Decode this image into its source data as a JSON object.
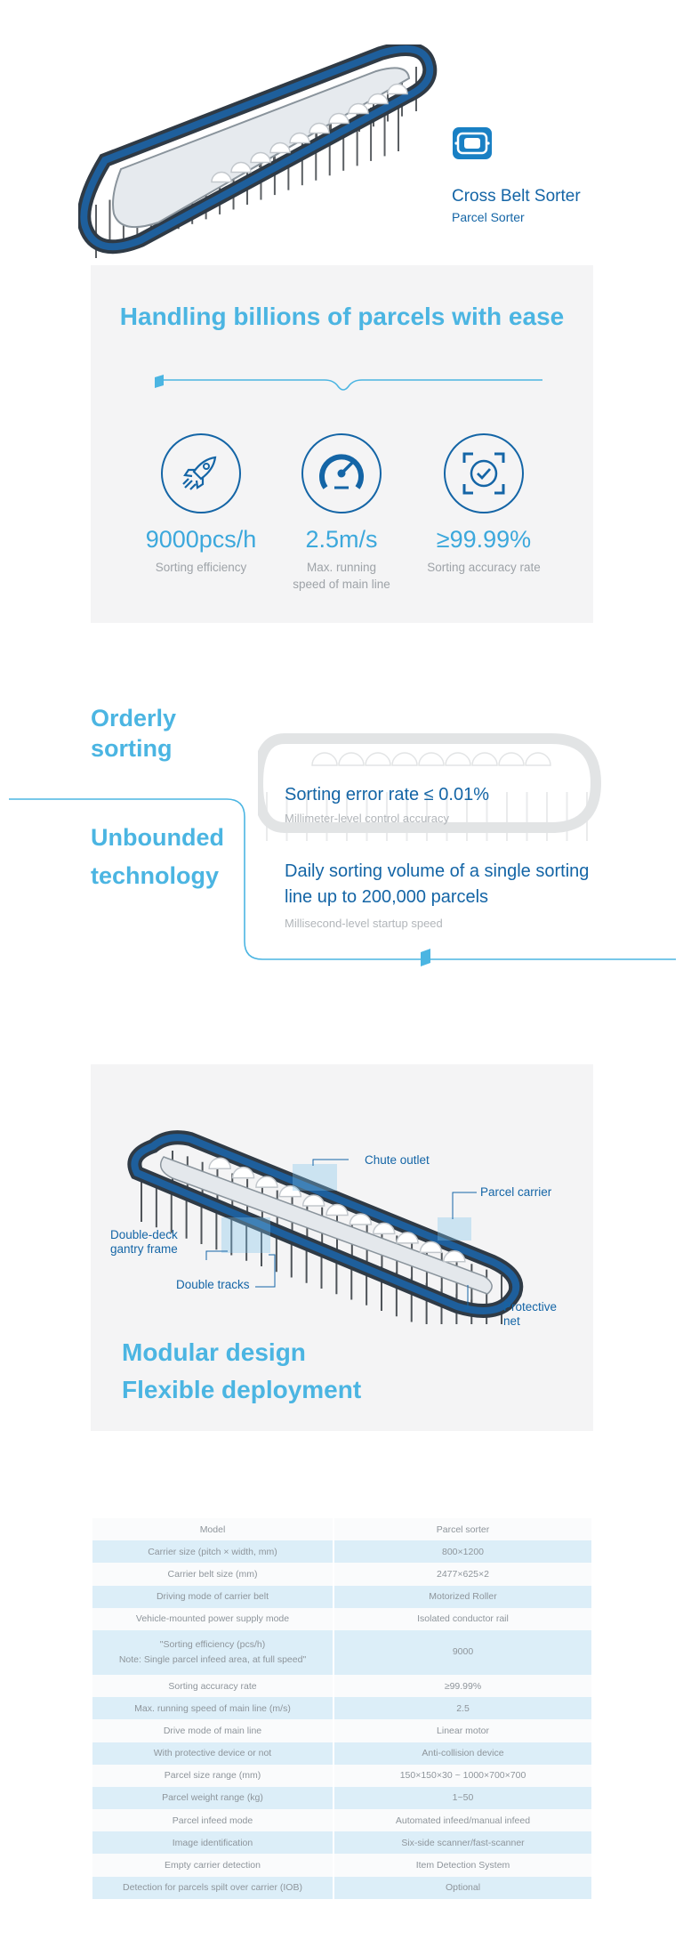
{
  "hero": {
    "title": "Cross Belt Sorter",
    "subtitle": "Parcel Sorter"
  },
  "stats_panel": {
    "title": "Handling billions of parcels with ease",
    "stats": [
      {
        "icon": "rocket-icon",
        "value": "9000pcs/h",
        "label": "Sorting efficiency"
      },
      {
        "icon": "speedometer-icon",
        "value": "2.5m/s",
        "label_line1": "Max. running",
        "label_line2": "speed of main line"
      },
      {
        "icon": "check-target-icon",
        "value": "≥99.99%",
        "label": "Sorting accuracy rate"
      }
    ]
  },
  "orderly": {
    "heading1_line1": "Orderly",
    "heading1_line2": "sorting",
    "heading2_line1": "Unbounded",
    "heading2_line2": "technology",
    "feature1": "Sorting error rate ≤ 0.01%",
    "note1": "Millimeter-level control accuracy",
    "feature2": "Daily sorting volume of a single sorting line up to 200,000 parcels",
    "note2": "Millisecond-level startup speed"
  },
  "modular": {
    "callouts": {
      "chute_outlet": "Chute outlet",
      "parcel_carrier": "Parcel carrier",
      "double_deck_line1": "Double-deck",
      "double_deck_line2": "gantry frame",
      "double_tracks": "Double tracks",
      "protective_line1": "Protective",
      "protective_line2": "net"
    },
    "title1": "Modular design",
    "title2": "Flexible deployment"
  },
  "spec_table": {
    "rows": [
      {
        "label": "Model",
        "value": "Parcel sorter"
      },
      {
        "label": "Carrier size (pitch × width, mm)",
        "value": "800×1200"
      },
      {
        "label": "Carrier belt size (mm)",
        "value": "2477×625×2"
      },
      {
        "label": "Driving mode of carrier belt",
        "value": "Motorized Roller"
      },
      {
        "label": "Vehicle-mounted power supply mode",
        "value": "Isolated conductor rail"
      },
      {
        "label_line1": "\"Sorting efficiency (pcs/h)",
        "label_line2": "Note: Single parcel infeed area, at full speed\"",
        "value": "9000"
      },
      {
        "label": "Sorting accuracy rate",
        "value": "≥99.99%"
      },
      {
        "label": "Max. running speed of main line (m/s)",
        "value": "2.5"
      },
      {
        "label": "Drive mode of main line",
        "value": "Linear motor"
      },
      {
        "label": "With protective device or not",
        "value": "Anti-collision device"
      },
      {
        "label": "Parcel size range (mm)",
        "value": "150×150×30 ~ 1000×700×700"
      },
      {
        "label": "Parcel weight range (kg)",
        "value": "1~50"
      },
      {
        "label": "Parcel infeed mode",
        "value": "Automated infeed/manual infeed"
      },
      {
        "label": "Image identification",
        "value": "Six-side scanner/fast-scanner"
      },
      {
        "label": "Empty carrier detection",
        "value": "Item Detection System"
      },
      {
        "label": "Detection for parcels spilt over carrier (IOB)",
        "value": "Optional"
      }
    ]
  },
  "colors": {
    "accent_light": "#4bb5e2",
    "accent_dark": "#1465a6",
    "panel_bg": "#f4f4f5",
    "row_highlight": "#dceef8"
  }
}
